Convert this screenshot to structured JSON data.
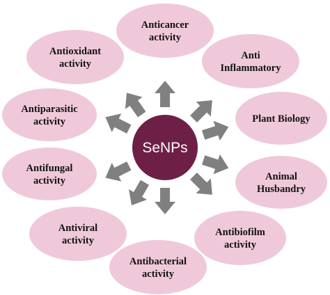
{
  "center": {
    "label": "SeNPs"
  },
  "activities": [
    {
      "id": "anticancer",
      "lines": [
        "Anticancer",
        "activity"
      ]
    },
    {
      "id": "anti-inflammatory",
      "lines": [
        "Anti",
        "Inflammatory"
      ]
    },
    {
      "id": "plant-biology",
      "lines": [
        "Plant Biology"
      ]
    },
    {
      "id": "animal-husbandry",
      "lines": [
        "Animal",
        "Husbandry"
      ]
    },
    {
      "id": "antibiofilm",
      "lines": [
        "Antibiofilm",
        "activity"
      ]
    },
    {
      "id": "antibacterial",
      "lines": [
        "Antibacterial",
        "activity"
      ]
    },
    {
      "id": "antiviral",
      "lines": [
        "Antiviral",
        "activity"
      ]
    },
    {
      "id": "antifungal",
      "lines": [
        "Antifungal",
        "activity"
      ]
    },
    {
      "id": "antiparasitic",
      "lines": [
        "Antiparasitic",
        "activity"
      ]
    },
    {
      "id": "antioxidant",
      "lines": [
        "Antioxidant",
        "activity"
      ]
    }
  ],
  "colors": {
    "ellipse_fill": "#efc9da",
    "center_fill": "#6e1f45",
    "arrow_fill": "#808080",
    "text": "#111111"
  },
  "icons": [
    "arrow-icon"
  ]
}
